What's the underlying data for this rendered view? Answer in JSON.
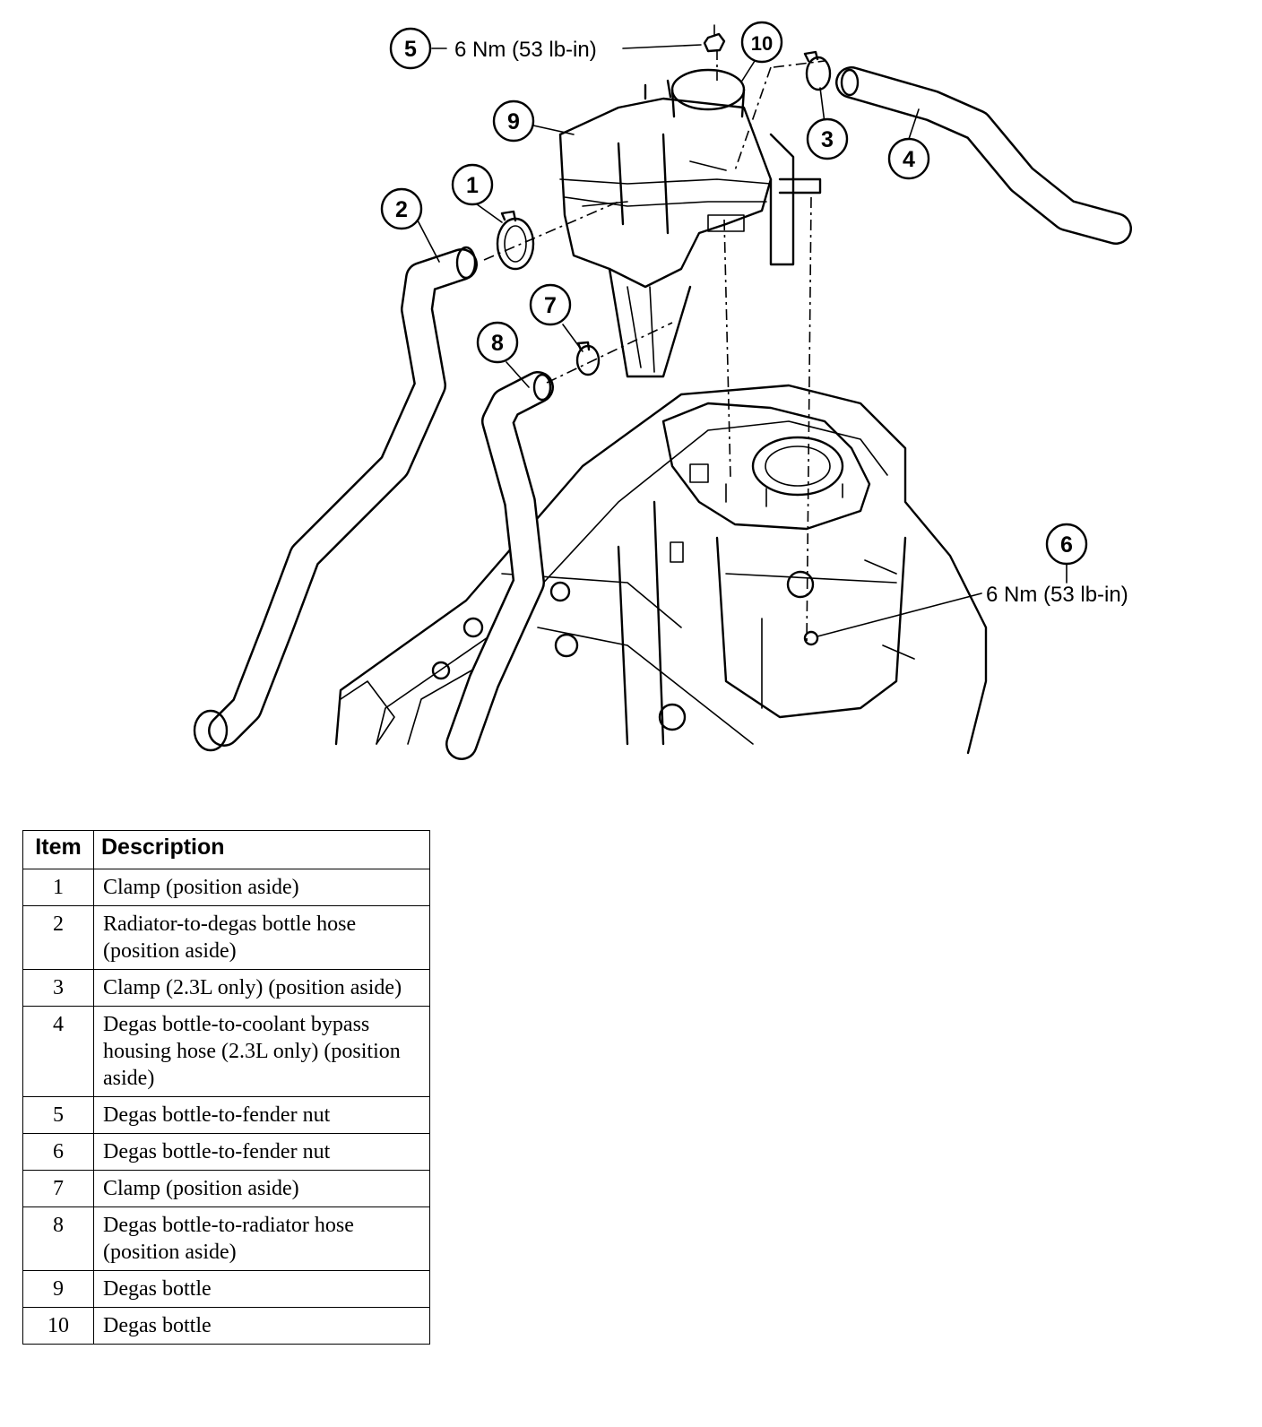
{
  "diagram": {
    "callouts": [
      "1",
      "2",
      "3",
      "4",
      "5",
      "6",
      "7",
      "8",
      "9",
      "10"
    ],
    "torque_5": "6 Nm (53 lb-in)",
    "torque_6": "6 Nm (53 lb-in)"
  },
  "legend": {
    "header_item": "Item",
    "header_description": "Description",
    "rows": [
      {
        "item": "1",
        "description": "Clamp (position aside)"
      },
      {
        "item": "2",
        "description": "Radiator-to-degas bottle hose (position aside)"
      },
      {
        "item": "3",
        "description": "Clamp (2.3L only) (position aside)"
      },
      {
        "item": "4",
        "description": "Degas bottle-to-coolant bypass housing hose (2.3L only) (position aside)"
      },
      {
        "item": "5",
        "description": "Degas bottle-to-fender nut"
      },
      {
        "item": "6",
        "description": "Degas bottle-to-fender nut"
      },
      {
        "item": "7",
        "description": "Clamp (position aside)"
      },
      {
        "item": "8",
        "description": "Degas bottle-to-radiator hose (position aside)"
      },
      {
        "item": "9",
        "description": "Degas bottle"
      },
      {
        "item": "10",
        "description": "Degas bottle"
      }
    ]
  }
}
